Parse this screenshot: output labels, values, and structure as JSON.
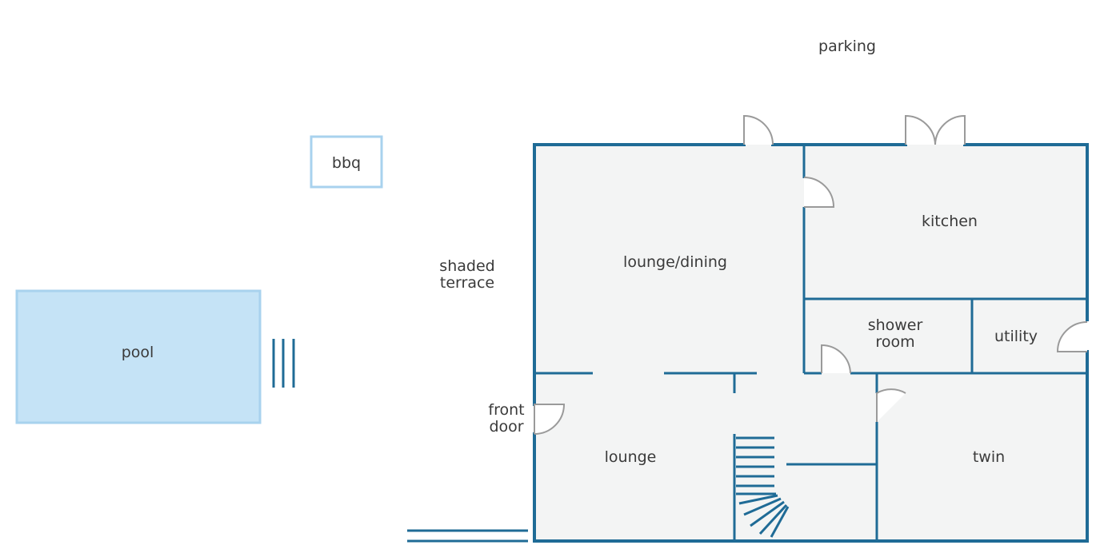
{
  "labels": {
    "parking": "parking",
    "bbq": "bbq",
    "shaded_terrace_line1": "shaded",
    "shaded_terrace_line2": "terrace",
    "pool": "pool",
    "lounge_dining": "lounge/dining",
    "kitchen": "kitchen",
    "shower_room_line1": "shower",
    "shower_room_line2": "room",
    "utility": "utility",
    "front_door_line1": "front",
    "front_door_line2": "door",
    "lounge": "lounge",
    "twin": "twin"
  },
  "colors": {
    "wall": "#1f6b96",
    "floor": "#f3f4f4",
    "pool_fill": "#c5e3f6",
    "pool_border": "#a8d2ee",
    "bbq_border": "#a8d2ee",
    "door": "#9a9a9a"
  }
}
